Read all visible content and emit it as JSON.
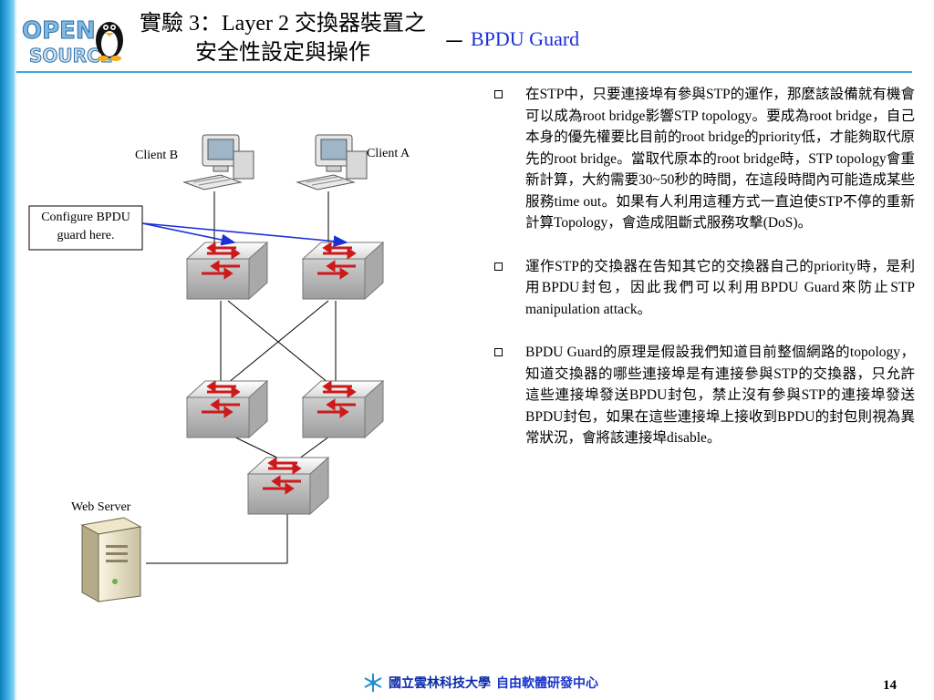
{
  "logo": {
    "text_top": "OPEN",
    "text_bottom": "SOURCE"
  },
  "header": {
    "title": "實驗 3：Layer 2 交換器裝置之安全性設定與操作",
    "dash": "－",
    "subtitle": "BPDU Guard"
  },
  "diagram": {
    "client_b_label": "Client B",
    "client_a_label": "Client A",
    "callout": "Configure BPDU guard here.",
    "web_server_label": "Web Server"
  },
  "bullets": [
    "在STP中，只要連接埠有參與STP的運作，那麼該設備就有機會可以成為root bridge影響STP topology。要成為root bridge，自己本身的優先權要比目前的root bridge的priority低，才能夠取代原先的root bridge。當取代原本的root bridge時，STP topology會重新計算，大約需要30~50秒的時間，在這段時間內可能造成某些服務time out。如果有人利用這種方式一直迫使STP不停的重新計算Topology，會造成阻斷式服務攻擊(DoS)。",
    "運作STP的交換器在告知其它的交換器自己的priority時，是利用BPDU封包，因此我們可以利用BPDU Guard來防止STP manipulation attack。",
    "BPDU Guard的原理是假設我們知道目前整個網路的topology，知道交換器的哪些連接埠是有連接參與STP的交換器，只允許這些連接埠發送BPDU封包，禁止沒有參與STP的連接埠發送BPDU封包，如果在這些連接埠上接收到BPDU的封包則視為異常狀況，會將該連接埠disable。"
  ],
  "footer": {
    "university": "國立雲林科技大學",
    "center": "自由軟體研發中心",
    "page_number": "14"
  },
  "colors": {
    "accent_blue": "#1a2fd8",
    "band": "#2e9fd6",
    "arrow": "#1a2fd8",
    "switch_arrow": "#cc1a1a"
  }
}
